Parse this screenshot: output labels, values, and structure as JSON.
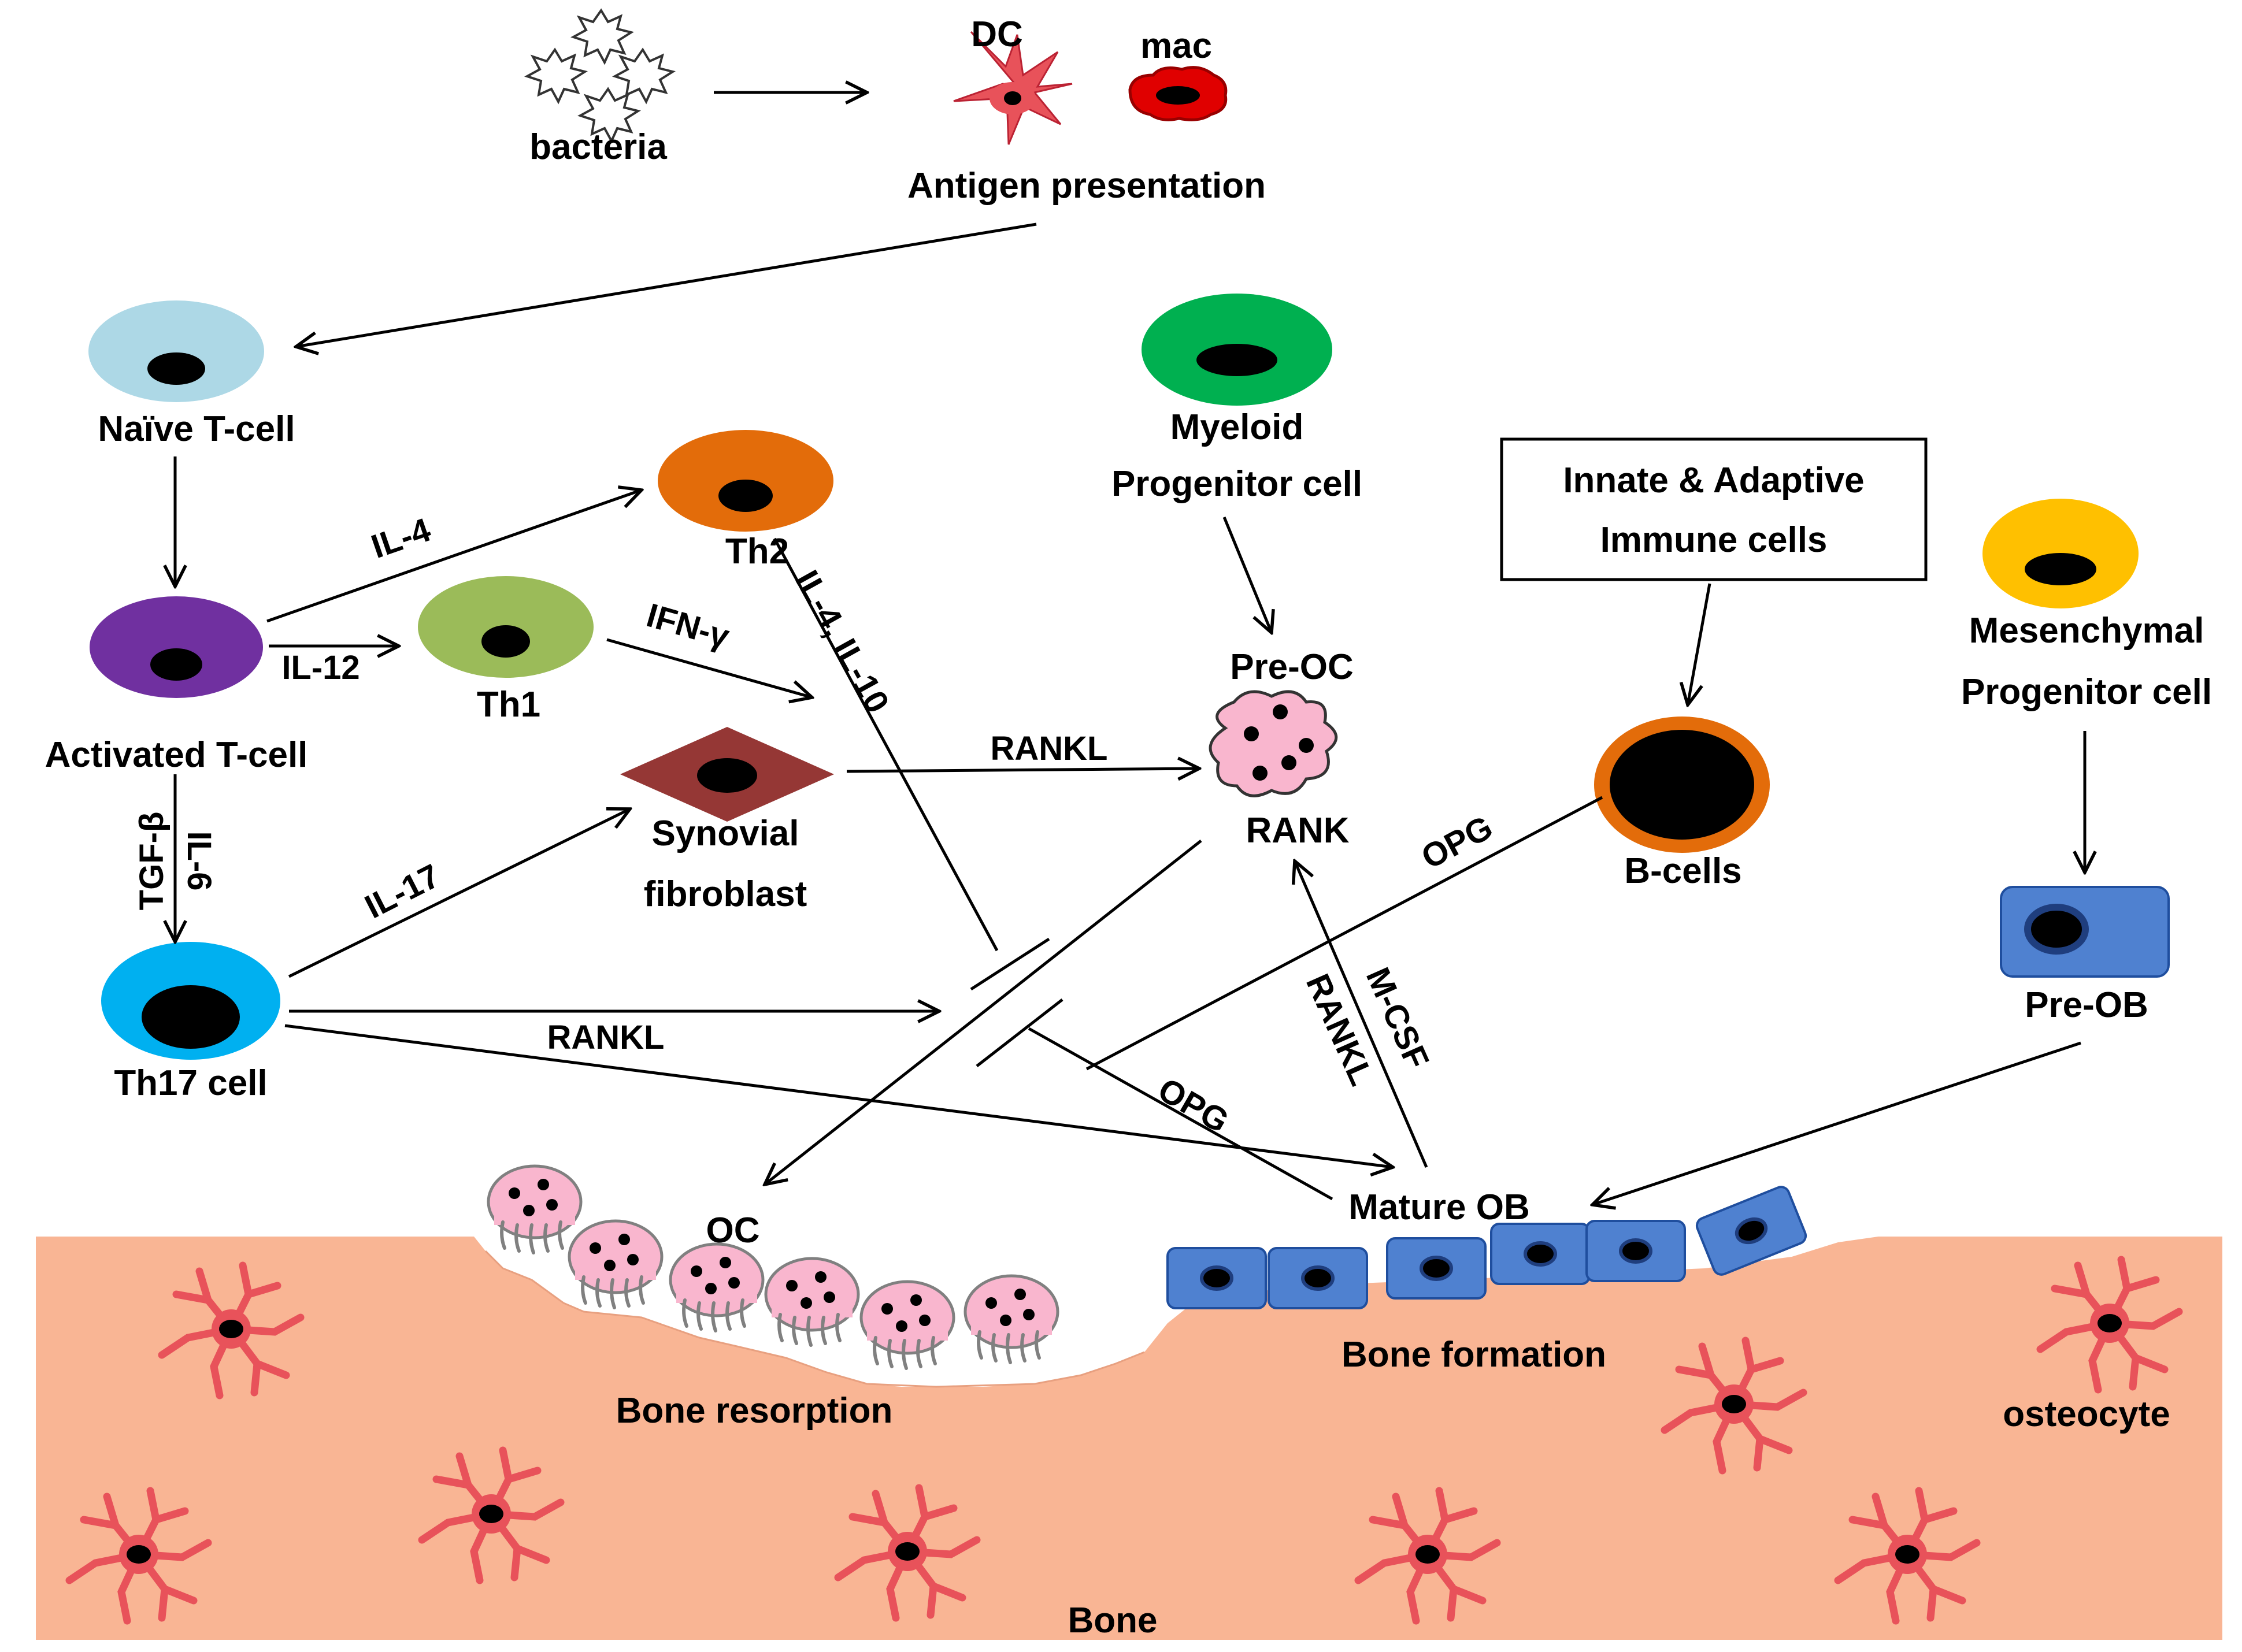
{
  "colors": {
    "bone": "#F9B594",
    "naive": "#ADD8E6",
    "activated": "#7030A0",
    "th2": "#E36C0A",
    "th1": "#9BBB59",
    "synovial": "#953735",
    "th17": "#00B0F0",
    "myeloid": "#00B050",
    "mesenchymal": "#FFC000",
    "bcell_ring": "#E36C0A",
    "osteoclast": "#F9B6CE",
    "osteoblast": "#4F81D0",
    "osteocyte": "#E8525A",
    "dc": "#E8525A",
    "mac": "#E00000"
  },
  "icons": {
    "bacteria": "bacteria-icon",
    "dc": "dendritic-cell-icon",
    "mac": "macrophage-icon",
    "osteoclast": "osteoclast-icon",
    "osteoblast": "osteoblast-icon",
    "osteocyte": "osteocyte-icon"
  },
  "labels": {
    "bacteria": "bacteria",
    "dc": "DC",
    "mac": "mac",
    "antigen": "Antigen presentation",
    "naive": "Naïve T-cell",
    "activated": "Activated T-cell",
    "th2": "Th2",
    "th1": "Th1",
    "synovial_1": "Synovial",
    "synovial_2": "fibroblast",
    "th17": "Th17 cell",
    "myeloid_1": "Myeloid",
    "myeloid_2": "Progenitor  cell",
    "preoc": "Pre-OC",
    "rank": "RANK",
    "innate_1": "Innate & Adaptive",
    "innate_2": "Immune cells",
    "bcells": "B-cells",
    "mesenchymal_1": "Mesenchymal",
    "mesenchymal_2": "Progenitor  cell",
    "preob": "Pre-OB",
    "matureob": "Mature  OB",
    "oc": "OC",
    "bone_resorption": "Bone resorption",
    "bone_formation": "Bone formation",
    "osteocyte": "osteocyte",
    "bone": "Bone"
  },
  "edges": {
    "il4": "IL-4",
    "il12": "IL-12",
    "ifn": "IFN-γ",
    "il4il10": "IL-4, IL-10",
    "tgf": "TGF-β",
    "il6": "IL-6",
    "il17": "IL-17",
    "rankl_synovial": "RANKL",
    "rankl_th17": "RANKL",
    "opg_bcell": "OPG",
    "opg_ob": "OPG",
    "mcsf": "M-CSF",
    "rankl_ob": "RANKL"
  }
}
